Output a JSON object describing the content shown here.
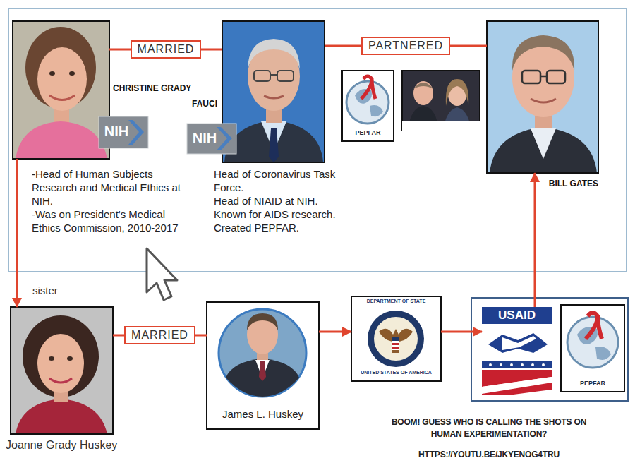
{
  "diagram": {
    "nodes": [
      {
        "text": [
          "CHRISTINE GRADY",
          "-Head of Human Subjects Research and Medical Ethics at NIH.",
          "-Was on President's Medical Ethics Commission, 2010-2017"
        ]
      },
      {
        "text": [
          "NIH"
        ]
      },
      {
        "text": [
          "FAUCI",
          "Head of Coronavirus Task Force.",
          "Head of NIAID at NIH.",
          "Known for AIDS research.",
          "Created PEPFAR."
        ]
      },
      {
        "text": [
          "NIH"
        ]
      },
      {
        "text": [
          "PEPFAR"
        ]
      },
      {
        "text": [
          "BILL GATES"
        ]
      },
      {
        "text": [
          "Joanne Grady Huskey"
        ]
      },
      {
        "text": [
          "James L. Huskey"
        ]
      },
      {
        "text": [
          "DEPARTMENT OF STATE",
          "UNITED STATES OF AMERICA"
        ]
      },
      {
        "text": [
          "USAID"
        ]
      },
      {
        "text": [
          "PEPFAR"
        ]
      }
    ],
    "edges": [
      {
        "from": 0,
        "to": 2,
        "label": "MARRIED",
        "arrow": "none"
      },
      {
        "from": 2,
        "to": 5,
        "label": "PARTNERED",
        "arrow": "none"
      },
      {
        "from": 0,
        "to": 6,
        "label": "sister",
        "arrow": "to"
      },
      {
        "from": 6,
        "to": 7,
        "label": "MARRIED",
        "arrow": "none"
      },
      {
        "from": 7,
        "to": 8,
        "arrow": "to"
      },
      {
        "from": 8,
        "to": 9,
        "arrow": "to"
      },
      {
        "from": 9,
        "to": 5,
        "arrow": "to"
      }
    ],
    "labels": [
      "BOOM! GUESS WHO IS CALLING THE SHOTS ON HUMAN EXPERIMENTATION?",
      "HTTPS://YOUTU.BE/JKYENOG4TRU"
    ]
  }
}
